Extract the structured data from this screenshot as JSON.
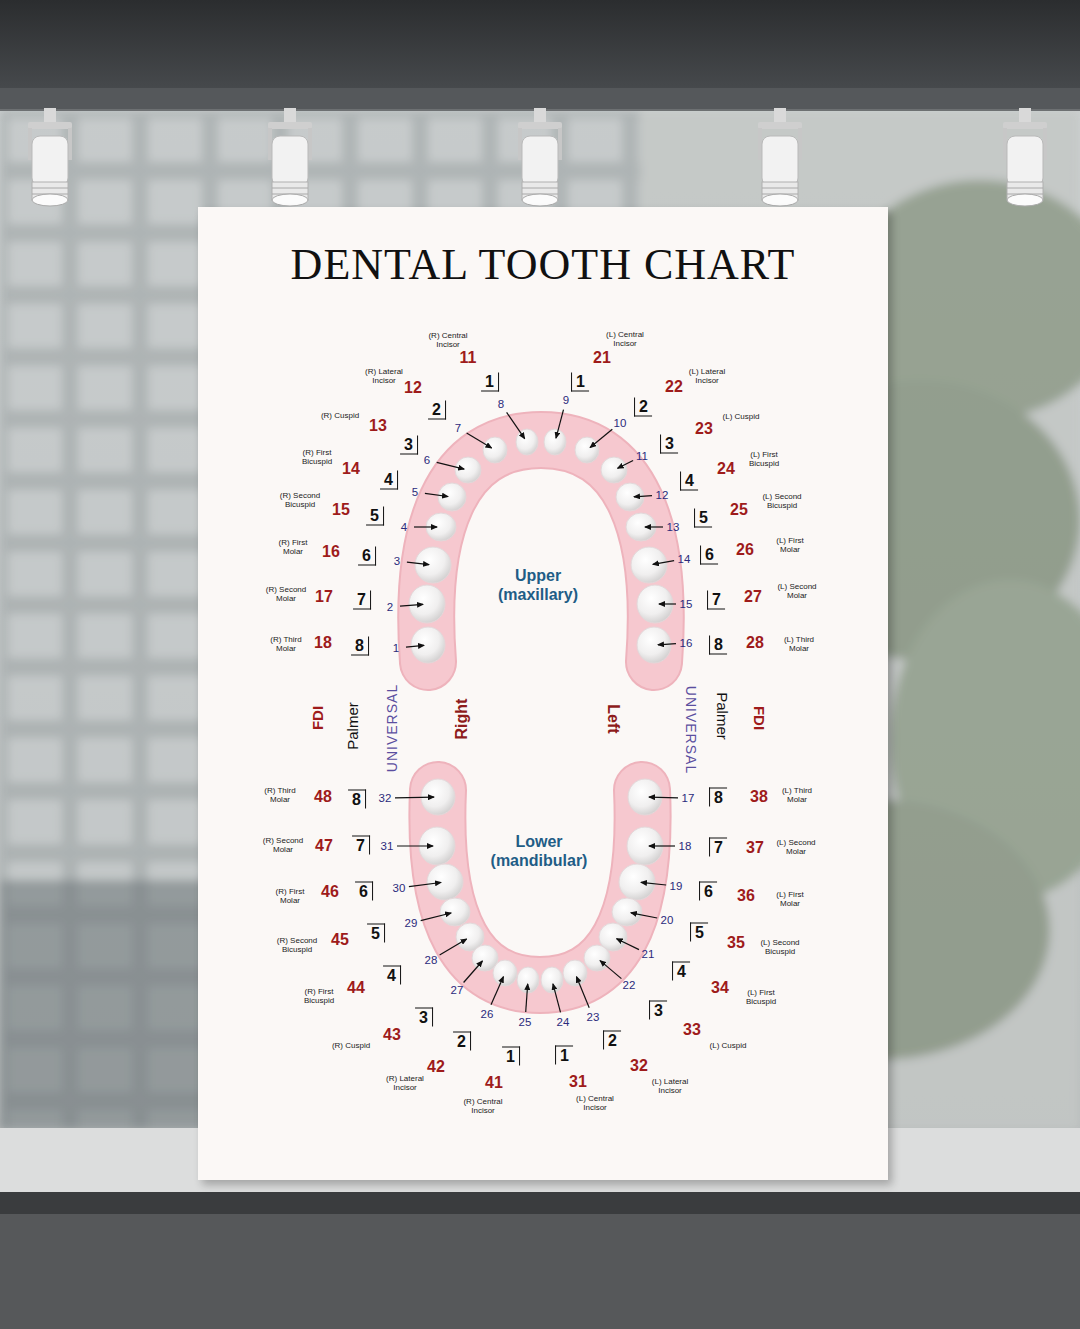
{
  "diagram": {
    "title": "DENTAL TOOTH CHART",
    "labels": [
      "(R) Central Incisor",
      "11",
      "1",
      "8",
      "(R) Lateral Incisor",
      "12",
      "2",
      "7",
      "(R) Cuspid",
      "13",
      "3",
      "6",
      "(R) First Bicuspid",
      "14",
      "4",
      "5",
      "(R) Second Bicuspid",
      "15",
      "5",
      "4",
      "(R) First Molar",
      "16",
      "6",
      "3",
      "(R) Second Molar",
      "17",
      "7",
      "2",
      "(R) Third Molar",
      "18",
      "8",
      "1",
      "(L) Central Incisor",
      "21",
      "1",
      "9",
      "(L) Lateral Incisor",
      "22",
      "2",
      "10",
      "(L) Cuspid",
      "23",
      "3",
      "11",
      "(L) First Bicuspid",
      "24",
      "4",
      "12",
      "(L) Second Bicuspid",
      "25",
      "5",
      "13",
      "(L) First Molar",
      "26",
      "6",
      "14",
      "(L) Second Molar",
      "27",
      "7",
      "15",
      "(L) Third Molar",
      "28",
      "8",
      "16",
      "(R) Third Molar",
      "48",
      "8",
      "32",
      "(R) Second Molar",
      "47",
      "7",
      "31",
      "(R) First Molar",
      "46",
      "6",
      "30",
      "(R) Second Bicuspid",
      "45",
      "5",
      "29",
      "(R) First Bicuspid",
      "44",
      "4",
      "28",
      "(R) Cuspid",
      "43",
      "3",
      "27",
      "(R) Lateral Incisor",
      "42",
      "2",
      "26",
      "(R) Central Incisor",
      "41",
      "1",
      "25",
      "(L) Third Molar",
      "38",
      "8",
      "17",
      "(L) Second Molar",
      "37",
      "7",
      "18",
      "(L) First Molar",
      "36",
      "6",
      "19",
      "(L) Second Bicuspid",
      "35",
      "5",
      "20",
      "(L) First Bicuspid",
      "34",
      "4",
      "21",
      "(L) Cuspid",
      "33",
      "3",
      "22",
      "(L) Lateral Incisor",
      "32",
      "2",
      "23",
      "(L) Central Incisor",
      "31",
      "1",
      "24",
      "FDI",
      "Palmer",
      "UNIVERSAL",
      "Right",
      "Left",
      "UNIVERSAL",
      "Palmer",
      "FDI",
      "Upper (maxillary)",
      "Lower (mandibular)"
    ]
  }
}
